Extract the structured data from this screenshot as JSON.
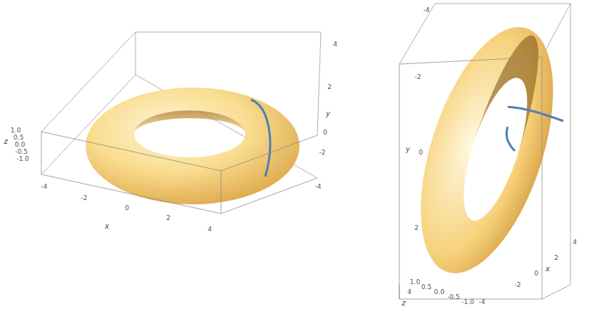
{
  "diagram": {
    "labels": [
      "1.0",
      "0.5",
      "0.0",
      "-0.5",
      "-1.0",
      "z",
      "-4",
      "-2",
      "0",
      "x",
      "2",
      "4",
      "4",
      "2",
      "y",
      "0",
      "-2",
      "-4",
      "-4",
      "-2",
      "y",
      "0",
      "2",
      "4",
      "4",
      "2",
      "0",
      "x",
      "-2",
      "1.0",
      "0.5",
      "0.0",
      "-0.5",
      "-1.0",
      "-4",
      "z"
    ]
  }
}
